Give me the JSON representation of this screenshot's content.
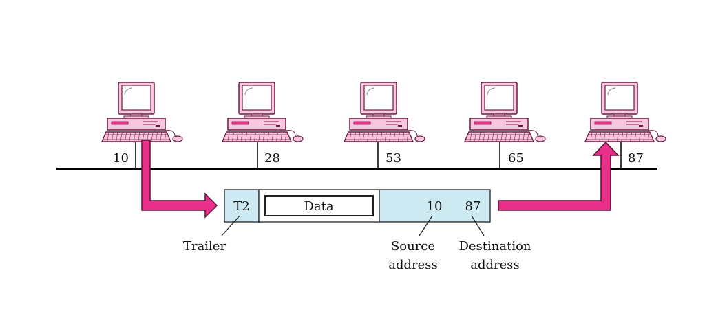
{
  "stations": [
    {
      "address": "10"
    },
    {
      "address": "28"
    },
    {
      "address": "53"
    },
    {
      "address": "65"
    },
    {
      "address": "87"
    }
  ],
  "frame": {
    "trailer": "T2",
    "data": "Data",
    "source_address": "10",
    "destination_address": "87"
  },
  "labels": {
    "trailer": "Trailer",
    "source_line1": "Source",
    "source_line2": "address",
    "destination_line1": "Destination",
    "destination_line2": "address"
  },
  "colors": {
    "arrow": "#e8308a",
    "arrow_outline": "#5a0f35",
    "frame_fill": "#cdeaf2",
    "computer_body": "#f9c7de",
    "computer_outline": "#6a1a40",
    "bus": "#000000"
  },
  "icons": {
    "computer": "desktop-computer-icon",
    "arrow": "pink-arrow"
  }
}
